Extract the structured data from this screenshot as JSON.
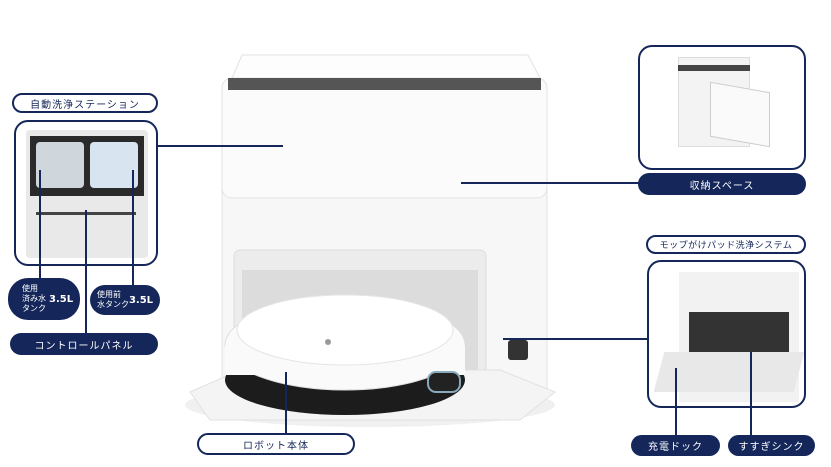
{
  "labels": {
    "auto_clean_station": "自動洗浄ステーション",
    "used_water_tank": "使用\n済み水\nタンク",
    "used_water_capacity": "3.5L",
    "clean_water_tank": "使用前\n水タンク",
    "clean_water_capacity": "3.5L",
    "control_panel": "コントロールパネル",
    "storage_space": "収納スペース",
    "mop_pad_wash_system": "モップがけパッド洗浄システム",
    "charging_dock": "充電ドック",
    "rinse_sink": "すすぎシンク",
    "robot_body": "ロボット本体"
  },
  "colors": {
    "accent": "#15275a"
  }
}
